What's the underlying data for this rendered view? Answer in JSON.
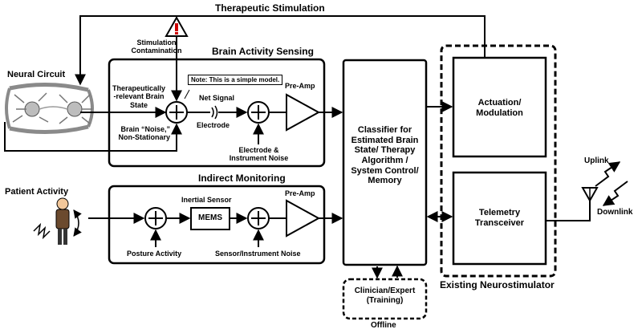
{
  "labels": {
    "therapeutic_stimulation": "Therapeutic Stimulation",
    "neural_circuit": "Neural Circuit",
    "stimulation_contamination": "Stimulation Contamination",
    "brain_activity_sensing": "Brain Activity Sensing",
    "note": "Note: This is a simple model.",
    "therapeutically_relevant": "Therapeutically -relevant Brain State",
    "net_signal": "Net Signal",
    "electrode": "Electrode",
    "brain_noise": "Brain “Noise,” Non-Stationary",
    "electrode_noise": "Electrode & Instrument Noise",
    "pre_amp_1": "Pre-Amp",
    "classifier": "Classifier for Estimated Brain State/ Therapy Algorithm / System Control/ Memory",
    "actuation": "Actuation/ Modulation",
    "telemetry": "Telemetry Transceiver",
    "uplink": "Uplink",
    "downlink": "Downlink",
    "existing_neurostimulator": "Existing Neurostimulator",
    "indirect_monitoring": "Indirect Monitoring",
    "patient_activity": "Patient Activity",
    "inertial_sensor": "Inertial Sensor",
    "mems": "MEMS",
    "pre_amp_2": "Pre-Amp",
    "posture_activity": "Posture Activity",
    "sensor_noise": "Sensor/Instrument Noise",
    "clinician": "Clinician/Expert (Training)",
    "offline": "Offline"
  },
  "icons": {
    "warning": "warning-triangle-icon",
    "person": "person-icon",
    "antenna": "antenna-icon",
    "neural": "neural-circuit-icon"
  },
  "colors": {
    "line": "#000000",
    "warning_red": "#cc0000",
    "person_skin": "#f2c79a",
    "person_body": "#6b4a2e",
    "neuron_gray": "#8a8a8a"
  }
}
